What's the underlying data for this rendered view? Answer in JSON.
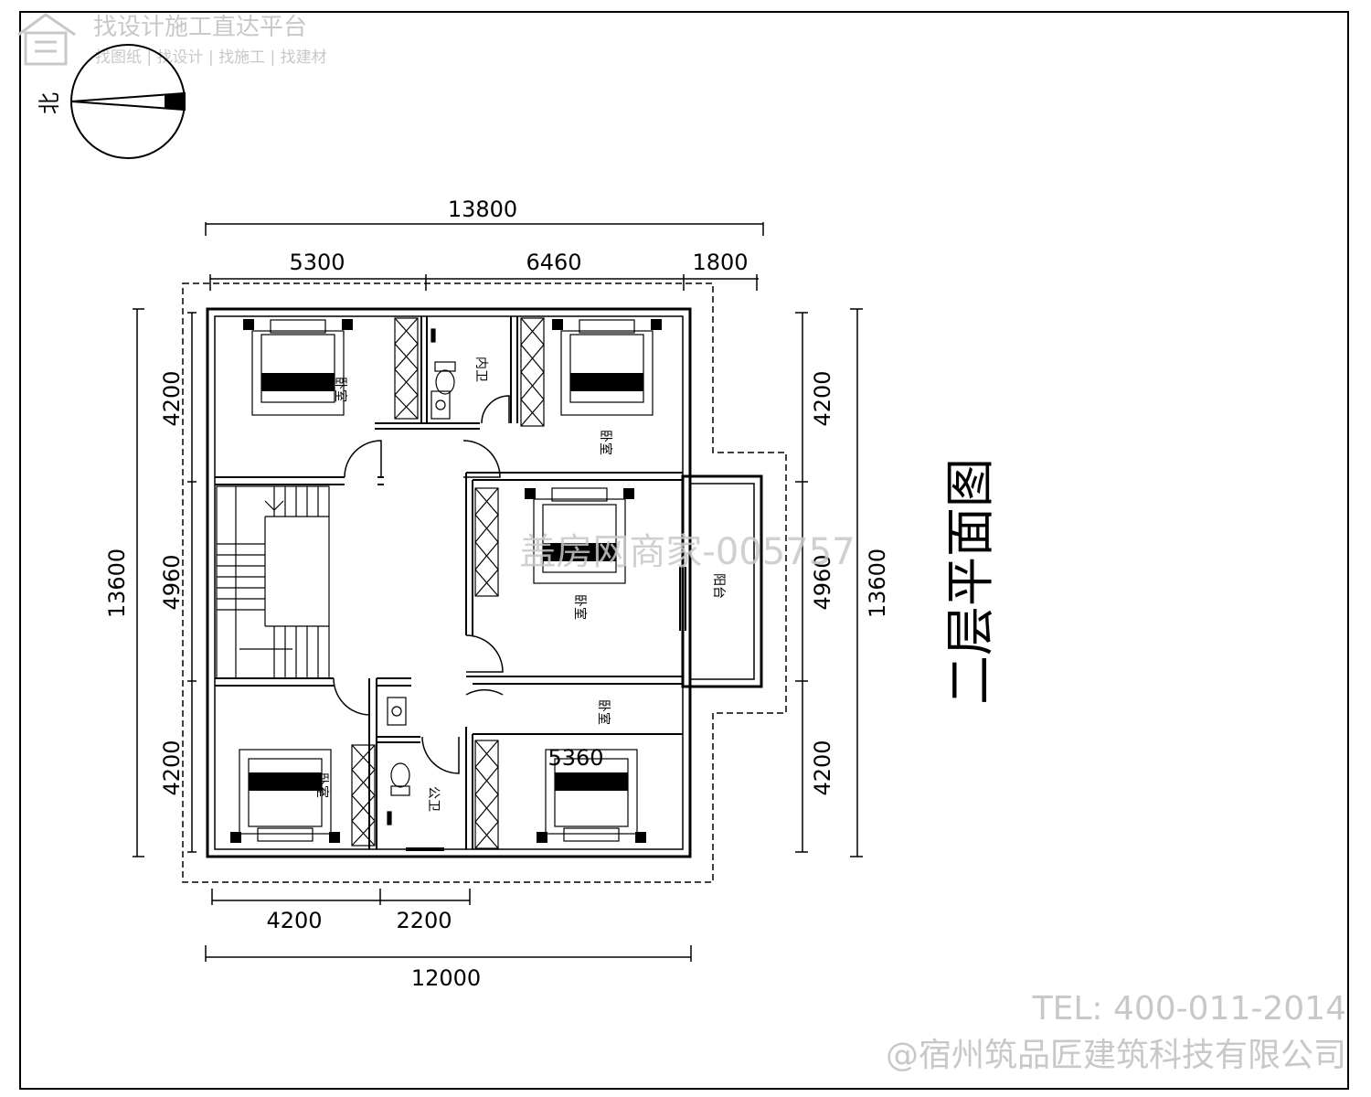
{
  "header_watermark": {
    "title": "找设计施工直达平台",
    "subtitle": "找图纸 | 找设计 | 找施工 | 找建材"
  },
  "north_label": "北",
  "drawing_title": "二层平面图",
  "center_watermark": "盖房网商家-005757",
  "footer": {
    "tel": "TEL: 400-011-2014",
    "company": "@宿州筑品匠建筑科技有限公司"
  },
  "dimensions": {
    "top_total": "13800",
    "top_parts": [
      "5300",
      "6460",
      "1800"
    ],
    "bottom_parts": [
      "4200",
      "2200"
    ],
    "bottom_total": "12000",
    "left_total": "13600",
    "left_parts": [
      "4200",
      "4960",
      "4200"
    ],
    "right_parts": [
      "4200",
      "4960",
      "4200"
    ],
    "right_total": "13600",
    "inner_label": "5360"
  },
  "rooms": {
    "bedroom": "卧室",
    "ensuite_bath": "内卫",
    "public_bath": "公卫",
    "balcony": "阳台"
  }
}
